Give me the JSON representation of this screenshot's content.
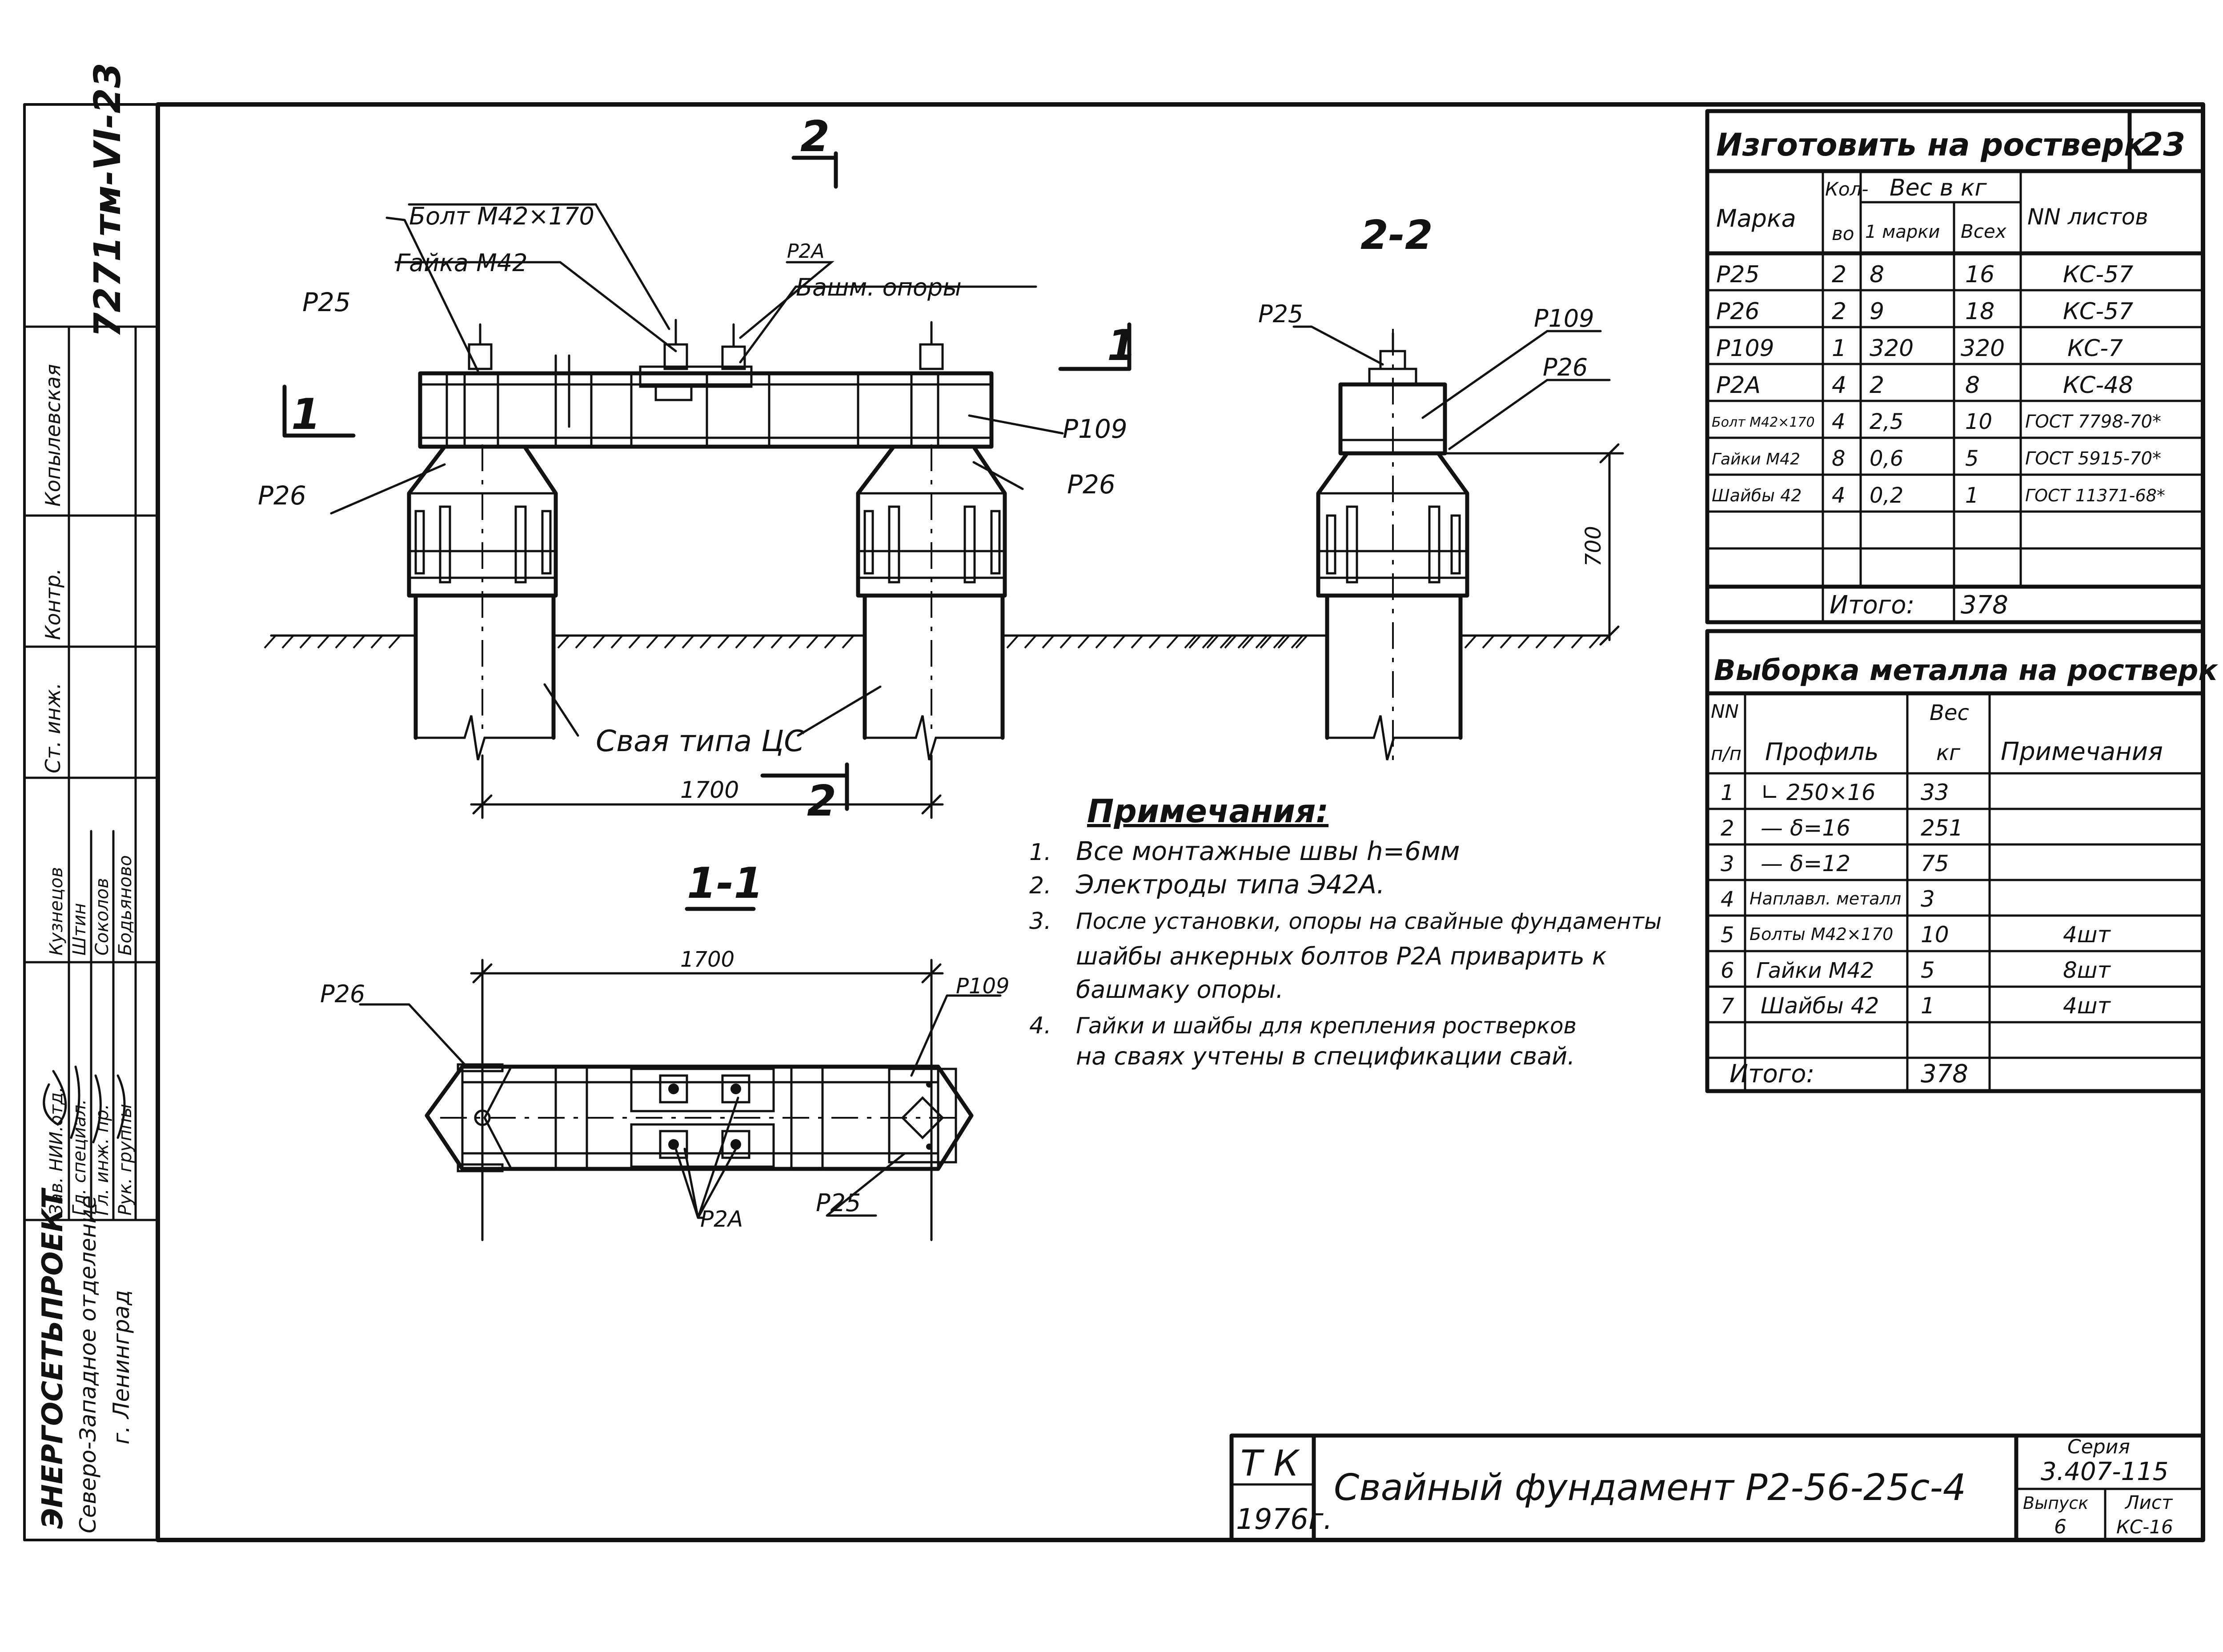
{
  "sheet_number": "23",
  "archive_code": "7271тм-VI-23",
  "drawing_title": "Свайный фундамент Р2-56-25с-4",
  "views": {
    "section_2_top_marker": "2",
    "section_2_bottom_marker": "2",
    "section_1_left_marker": "1",
    "section_1_right_marker": "1",
    "section_1_1_title": "1-1",
    "section_2_2_title": "2-2"
  },
  "callouts": {
    "bolt": "Болт М42×170",
    "nut": "Гайка М42",
    "p2a_top": "Р2А",
    "tower_base": "Башм. опоры",
    "p25_left": "Р25",
    "p26_left": "Р26",
    "p109_right": "Р109",
    "p26_right": "Р26",
    "pile_type": "Свая типа ЦС",
    "p25_section": "Р25",
    "p109_section": "Р109",
    "p26_section": "Р26",
    "p26_plan": "Р26",
    "p109_plan": "Р109",
    "p25_plan": "Р25",
    "p2a_plan": "Р2А"
  },
  "dimensions": {
    "span_front": "1700",
    "span_plan": "1700",
    "height_section": "700"
  },
  "notes": {
    "heading": "Примечания:",
    "items": [
      {
        "num": "1.",
        "lines": [
          "Все монтажные швы h=6мм"
        ]
      },
      {
        "num": "2.",
        "lines": [
          "Электроды типа Э42А."
        ]
      },
      {
        "num": "3.",
        "lines": [
          "После установки, опоры на свайные фундаменты",
          "шайбы анкерных болтов Р2А приварить к",
          "башмаку опоры."
        ]
      },
      {
        "num": "4.",
        "lines": [
          "Гайки и шайбы для крепления ростверков",
          "на сваях учтены в спецификации свай."
        ]
      }
    ]
  },
  "spec_table": {
    "title": "Изготовить на ростверк",
    "headers": {
      "mark": "Марка",
      "qty_top": "Кол-",
      "qty_bottom": "во",
      "weight": "Вес в кг",
      "weight_unit": "1 марки",
      "weight_total": "Всех",
      "sheets": "NN листов"
    },
    "rows": [
      {
        "mark": "Р25",
        "qty": "2",
        "unit": "8",
        "total": "16",
        "sheet": "КС-57"
      },
      {
        "mark": "Р26",
        "qty": "2",
        "unit": "9",
        "total": "18",
        "sheet": "КС-57"
      },
      {
        "mark": "Р109",
        "qty": "1",
        "unit": "320",
        "total": "320",
        "sheet": "КС-7"
      },
      {
        "mark": "Р2А",
        "qty": "4",
        "unit": "2",
        "total": "8",
        "sheet": "КС-48"
      },
      {
        "mark": "Болт М42×170",
        "qty": "4",
        "unit": "2,5",
        "total": "10",
        "sheet": "ГОСТ 7798-70*"
      },
      {
        "mark": "Гайки М42",
        "qty": "8",
        "unit": "0,6",
        "total": "5",
        "sheet": "ГОСТ 5915-70*"
      },
      {
        "mark": "Шайбы 42",
        "qty": "4",
        "unit": "0,2",
        "total": "1",
        "sheet": "ГОСТ 11371-68*"
      }
    ],
    "total_label": "Итого:",
    "total_value": "378"
  },
  "metal_table": {
    "title": "Выборка металла на ростверк",
    "headers": {
      "num_top": "NN",
      "num_bottom": "п/п",
      "profile": "Профиль",
      "weight_top": "Вес",
      "weight_bottom": "кг",
      "note": "Примечания"
    },
    "rows": [
      {
        "num": "1",
        "profile": "∟ 250×16",
        "weight": "33",
        "note": ""
      },
      {
        "num": "2",
        "profile": "— δ=16",
        "weight": "251",
        "note": ""
      },
      {
        "num": "3",
        "profile": "— δ=12",
        "weight": "75",
        "note": ""
      },
      {
        "num": "4",
        "profile": "Наплавл. металл",
        "weight": "3",
        "note": ""
      },
      {
        "num": "5",
        "profile": "Болты М42×170",
        "weight": "10",
        "note": "4шт"
      },
      {
        "num": "6",
        "profile": "Гайки М42",
        "weight": "5",
        "note": "8шт"
      },
      {
        "num": "7",
        "profile": "Шайбы 42",
        "weight": "1",
        "note": "4шт"
      }
    ],
    "total_label": "Итого:",
    "total_value": "378"
  },
  "title_block": {
    "org": "ЭНЕРГОСЕТЬПРОЕКТ",
    "branch": "Северо-Западное отделение",
    "city": "г. Ленинград",
    "roles": [
      "Зав. НИИ.отд.",
      "Гл. специал.",
      "Гл. инж. пр.",
      "Рук. группы"
    ],
    "names": [
      "Кузнецов",
      "Штин",
      "Соколов",
      "Бодьяново"
    ],
    "side_labels": [
      "Копылевская",
      "Контр.",
      "Ст. инж."
    ],
    "tk": "Т К",
    "year": "1976г.",
    "series_label": "Серия",
    "series_value": "3.407-115",
    "issue_label": "Выпуск",
    "issue_value": "6",
    "sheet_label": "Лист",
    "sheet_value": "КС-16"
  }
}
